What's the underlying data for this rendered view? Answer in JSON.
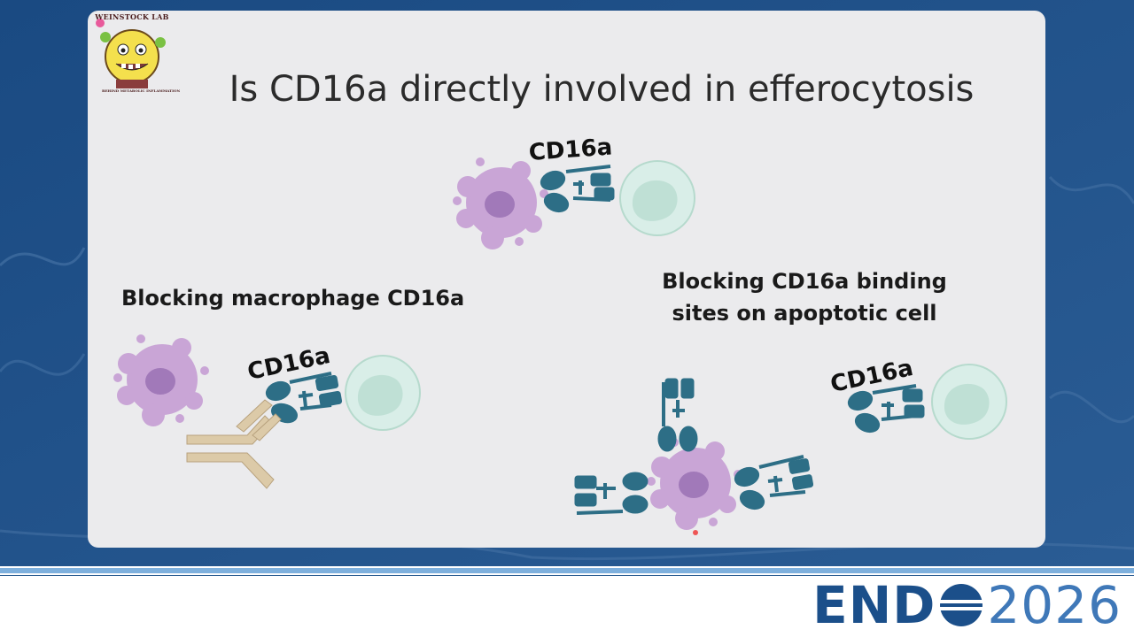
{
  "slide": {
    "title": "Is CD16a directly involved in efferocytosis",
    "logo": {
      "top_text": "WEINSTOCK LAB",
      "bottom_text": "BEHIND METABOLIC INFLAMMATION"
    },
    "labels": {
      "blocking_macrophage": "Blocking macrophage CD16a",
      "blocking_apoptotic": "Blocking CD16a binding sites on apoptotic cell"
    },
    "receptor_label": "CD16a",
    "colors": {
      "receptor": "#2d6e86",
      "apoptotic_cell": "#c7a3d4",
      "macrophage": "#d8ece6",
      "antibody": "#dccaa8"
    }
  },
  "footer": {
    "brand_name": "END",
    "brand_year": "2026"
  }
}
